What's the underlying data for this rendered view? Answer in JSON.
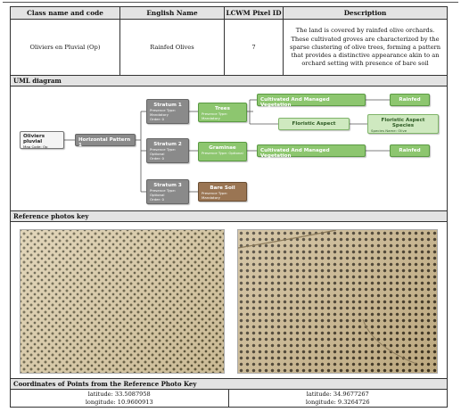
{
  "header": {
    "col_class": "Class name and code",
    "col_english": "English Name",
    "col_pixel": "LCWM Pixel ID",
    "col_desc": "Description"
  },
  "row": {
    "class_name": "Oliviers en Pluvial (Op)",
    "english_name": "Rainfed Olives",
    "pixel_id": "7",
    "description": "The land is covered by rainfed olive orchards. These cultivated groves are characterized by the sparse clustering of olive trees, forming a pattern that provides a distinctive appearance akin to an orchard setting with presence of bare soil"
  },
  "sections": {
    "uml": "UML diagram",
    "photos": "Reference photos key",
    "coords": "Coordinates of Points from the Reference Photo Key"
  },
  "uml": {
    "root": {
      "title": "Oliviers pluvial",
      "sub": "Map Code: Op"
    },
    "pattern": {
      "title": "Horizontal Pattern 1"
    },
    "stratum1": {
      "title": "Stratum 1",
      "sub1": "Presence Type: Mandatory",
      "sub2": "Order: 0"
    },
    "stratum2": {
      "title": "Stratum 2",
      "sub1": "Presence Type: Optional",
      "sub2": "Order: 0"
    },
    "stratum3": {
      "title": "Stratum 3",
      "sub1": "Presence Type: Optional",
      "sub2": "Order: 0"
    },
    "trees": {
      "title": "Trees",
      "sub": "Presence Type: Mandatory"
    },
    "graminae": {
      "title": "Graminae",
      "sub": "Presence Type: Optional"
    },
    "baresoil": {
      "title": "Bare Soil",
      "sub": "Presence Type: Mandatory"
    },
    "cultivated1": {
      "title": "Cultivated And Managed Vegetation"
    },
    "cultivated2": {
      "title": "Cultivated And Managed Vegetation"
    },
    "rainfed1": {
      "title": "Rainfed"
    },
    "rainfed2": {
      "title": "Rainfed"
    },
    "floristic": {
      "title": "Floristic Aspect"
    },
    "species": {
      "title": "Floristic Aspect Species",
      "sub": "Species Name: Olive"
    }
  },
  "coords": {
    "left": {
      "lat": "latitude: 33.5087958",
      "lon": "longitude: 10.9600913"
    },
    "right": {
      "lat": "latitude: 34.9677267",
      "lon": "longitude: 9.3264726"
    }
  }
}
